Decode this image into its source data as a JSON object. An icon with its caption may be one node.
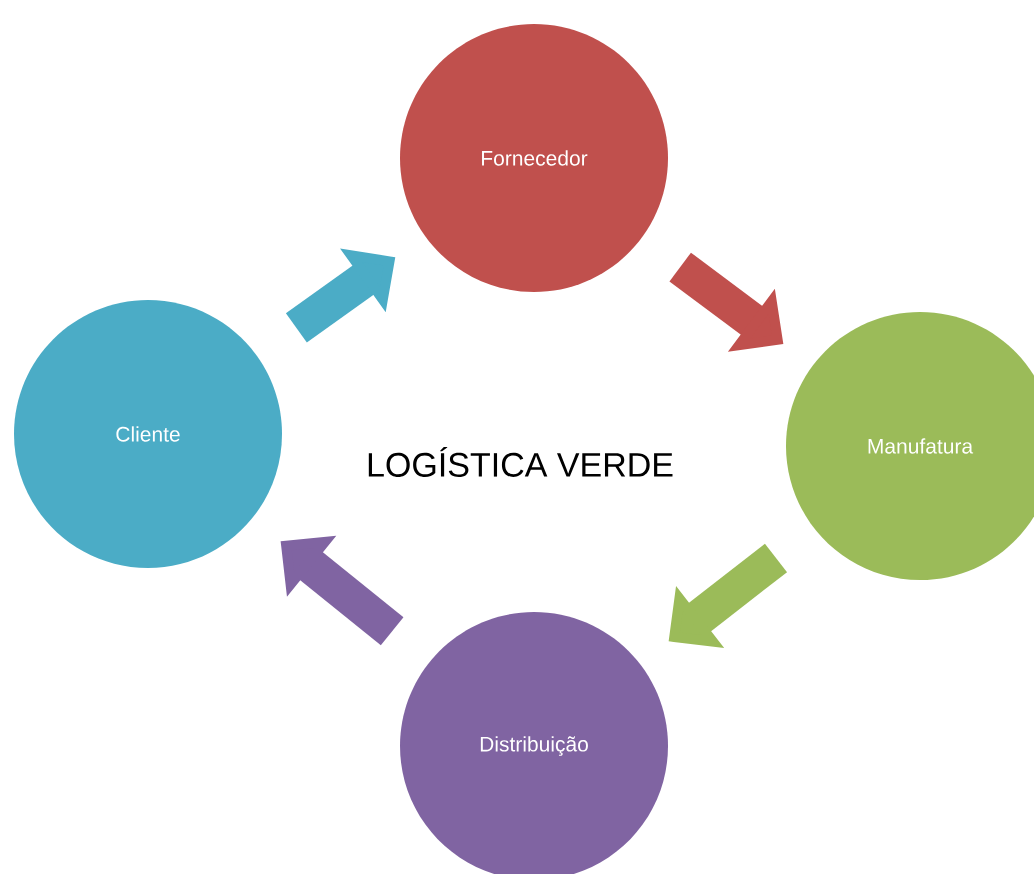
{
  "diagram": {
    "title": "LOGÍSTICA VERDE",
    "nodes": [
      {
        "text": [
          "Fornecedor"
        ]
      },
      {
        "text": [
          "Cliente"
        ]
      },
      {
        "text": [
          "Manufatura"
        ]
      },
      {
        "text": [
          "Distribuição"
        ]
      }
    ],
    "edges": [
      {
        "from": 0,
        "to": 2,
        "arrow": "to",
        "color": "#c0504d"
      },
      {
        "from": 2,
        "to": 3,
        "arrow": "to",
        "color": "#9bbb59"
      },
      {
        "from": 3,
        "to": 1,
        "arrow": "to",
        "color": "#8064a2"
      },
      {
        "from": 1,
        "to": 0,
        "arrow": "to",
        "color": "#4bacc6"
      }
    ]
  }
}
